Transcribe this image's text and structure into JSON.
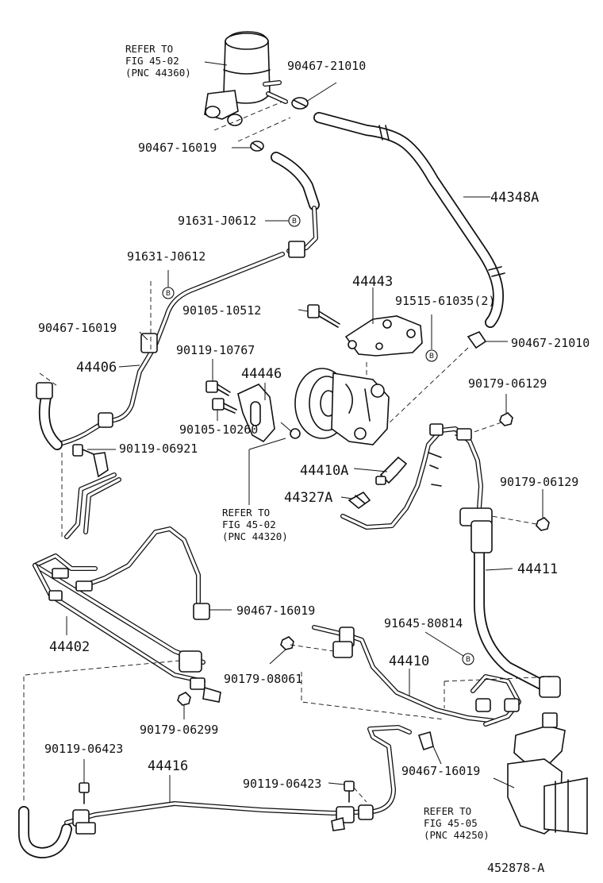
{
  "labels": {
    "ref_4502_top": [
      "REFER TO",
      "FIG 45-02",
      "(PNC 44360)"
    ],
    "ref_4502_bottom": [
      "REFER TO",
      "FIG 45-02",
      "(PNC 44320)"
    ],
    "ref_4505": [
      "REFER TO",
      "FIG 45-05",
      "(PNC 44250)"
    ],
    "p90467_21010_top": "90467-21010",
    "p90467_16019_top": "90467-16019",
    "p44348A": "44348A",
    "p91631_j0612_a": "91631-J0612",
    "p91631_j0612_b": "91631-J0612",
    "p44443": "44443",
    "p90105_10512": "90105-10512",
    "p91515_61035": "91515-61035(2)",
    "p90467_21010_right": "90467-21010",
    "p90467_16019_left": "90467-16019",
    "p44406": "44406",
    "p90119_10767": "90119-10767",
    "p44446": "44446",
    "p90179_06129_a": "90179-06129",
    "p90105_10260": "90105-10260",
    "p90119_06921": "90119-06921",
    "p44410A": "44410A",
    "p44327A": "44327A",
    "p90179_06129_b": "90179-06129",
    "p44411": "44411",
    "p90467_16019_mid": "90467-16019",
    "p44402": "44402",
    "p91645_80814": "91645-80814",
    "p44410": "44410",
    "p90179_08061": "90179-08061",
    "p90179_06299": "90179-06299",
    "p90119_06423_left": "90119-06423",
    "p44416": "44416",
    "p90119_06423_right": "90119-06423",
    "p90467_16019_bottom": "90467-16019",
    "figure_id": "452878-A"
  },
  "badge_letter": "B",
  "colors": {
    "ink": "#111111",
    "paper": "#ffffff"
  }
}
